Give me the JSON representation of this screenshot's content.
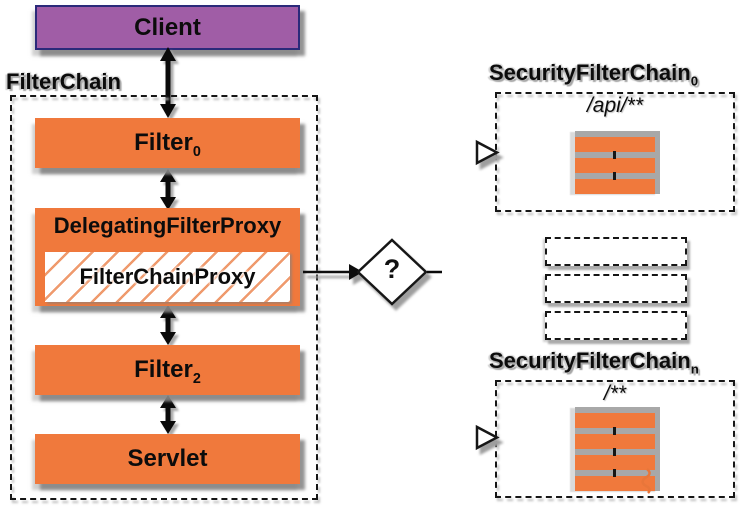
{
  "client": {
    "label": "Client"
  },
  "filter_chain": {
    "title": "FilterChain",
    "filter0": {
      "base": "Filter",
      "sub": "0"
    },
    "delegating_proxy": {
      "label": "DelegatingFilterProxy"
    },
    "chain_proxy": {
      "label": "FilterChainProxy"
    },
    "filter2": {
      "base": "Filter",
      "sub": "2"
    },
    "servlet": {
      "label": "Servlet"
    }
  },
  "decision": {
    "label": "?"
  },
  "security_chain_0": {
    "title": "SecurityFilterChain",
    "sub": "0",
    "pattern": "/api/**",
    "filter_bars": 3
  },
  "security_chain_n": {
    "title": "SecurityFilterChain",
    "sub": "n",
    "pattern": "/**",
    "filter_bars": 4
  },
  "omitted_chains": {
    "count": 3
  },
  "colors": {
    "orange": "#f0793c",
    "purple": "#a05da6",
    "shadow": "#a8a8a8"
  }
}
